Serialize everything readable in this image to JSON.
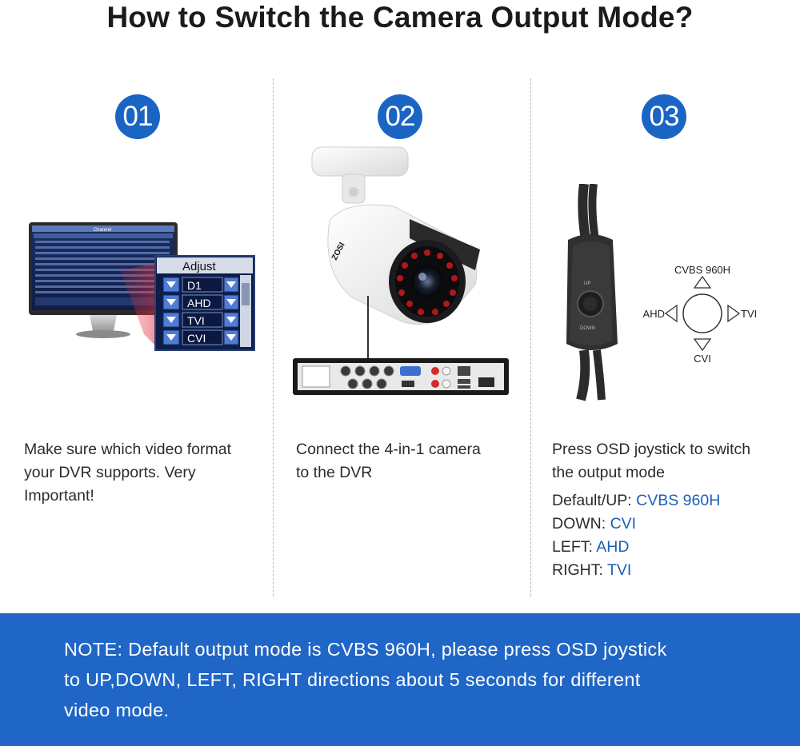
{
  "title": "How to Switch the Camera Output Mode?",
  "steps": [
    {
      "number": "01",
      "lines": [
        "Make sure which video format",
        "your DVR supports. Very",
        "Important!"
      ]
    },
    {
      "number": "02",
      "lines": [
        "Connect the 4-in-1 camera",
        "to the DVR"
      ]
    },
    {
      "number": "03",
      "lines": [
        "Press OSD joystick to switch",
        "the output mode"
      ],
      "modes": [
        {
          "label": "Default/UP: ",
          "value": "CVBS 960H"
        },
        {
          "label": "DOWN: ",
          "value": "CVI"
        },
        {
          "label": "LEFT: ",
          "value": "AHD"
        },
        {
          "label": "RIGHT: ",
          "value": "TVI"
        }
      ]
    }
  ],
  "monitor": {
    "window_title": "Channel",
    "adjust_title": "Adjust",
    "formats": [
      "D1",
      "AHD",
      "TVI",
      "CVI"
    ]
  },
  "camera": {
    "brand": "ZOSI"
  },
  "joystick": {
    "up": "CVBS 960H",
    "down": "CVI",
    "left": "AHD",
    "right": "TVI",
    "cable_up_mark": "UP",
    "cable_down_mark": "DOWN"
  },
  "note": {
    "lines": [
      "NOTE: Default output mode is CVBS 960H, please press OSD joystick",
      "to UP,DOWN, LEFT, RIGHT directions about 5 seconds for different",
      "video mode."
    ]
  },
  "colors": {
    "accent": "#1a64c4",
    "band": "#1f66c6",
    "accent_text": "#1b5fb8"
  }
}
